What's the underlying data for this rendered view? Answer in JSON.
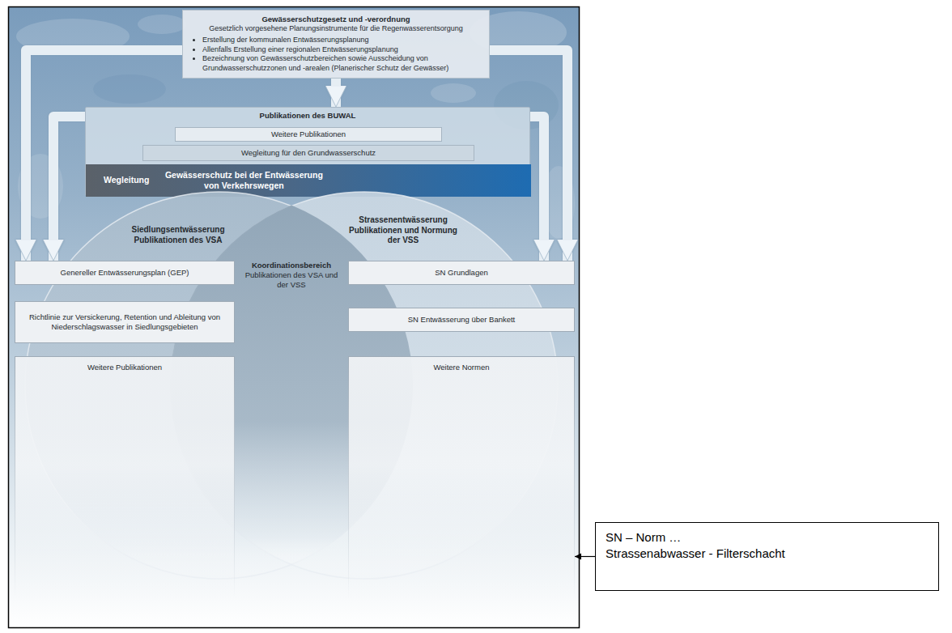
{
  "diagram": {
    "nodes": [
      {
        "text": [
          "Gewässerschutzgesetz und -verordnung",
          "Gesetzlich vorgesehene Planungsinstrumente für die Regenwasserentsorgung",
          "Erstellung der kommunalen Entwässerungsplanung",
          "Allenfalls Erstellung einer regionalen Entwässerungsplanung",
          "Bezeichnung von Gewässerschutzbereichen sowie Ausscheidung von Grundwasserschutzzonen und -arealen (Planerischer Schutz der Gewässer)"
        ]
      },
      {
        "text": [
          "Publikationen des BUWAL"
        ]
      },
      {
        "text": [
          "Weitere Publikationen"
        ],
        "in": 1
      },
      {
        "text": [
          "Wegleitung für den Grundwasserschutz"
        ],
        "in": 1
      },
      {
        "text": [
          "Wegleitung",
          "Gewässerschutz bei der Entwässerung von Verkehrswegen"
        ],
        "in": 1
      },
      {
        "text": [
          "Siedlungsentwässerung Publikationen des VSA"
        ]
      },
      {
        "text": [
          "Strassenentwässerung Publikationen und Normung der VSS"
        ]
      },
      {
        "text": [
          "Koordinationsbereich",
          "Publikationen des VSA und der VSS"
        ]
      },
      {
        "text": [
          "Genereller Entwässerungsplan (GEP)"
        ]
      },
      {
        "text": [
          "Richtlinie zur Versickerung, Retention und Ableitung von Niederschlagswasser in Siedlungsgebieten"
        ]
      },
      {
        "text": [
          "Weitere Publikationen"
        ]
      },
      {
        "text": [
          "SN Grundlagen"
        ]
      },
      {
        "text": [
          "SN Entwässerung über Bankett"
        ]
      },
      {
        "text": [
          "Weitere Normen"
        ]
      },
      {
        "text": [
          "SN – Norm …",
          "Strassenabwasser - Filterschacht"
        ]
      }
    ],
    "edges": [
      {
        "from": 0,
        "to": 1,
        "arrow": "to"
      },
      {
        "from": 0,
        "to": 8,
        "arrow": "to"
      },
      {
        "from": 0,
        "to": 11,
        "arrow": "to"
      },
      {
        "from": 1,
        "to": 8,
        "arrow": "to"
      },
      {
        "from": 1,
        "to": 11,
        "arrow": "to"
      },
      {
        "from": 14,
        "to": 13,
        "arrow": "to"
      }
    ]
  }
}
